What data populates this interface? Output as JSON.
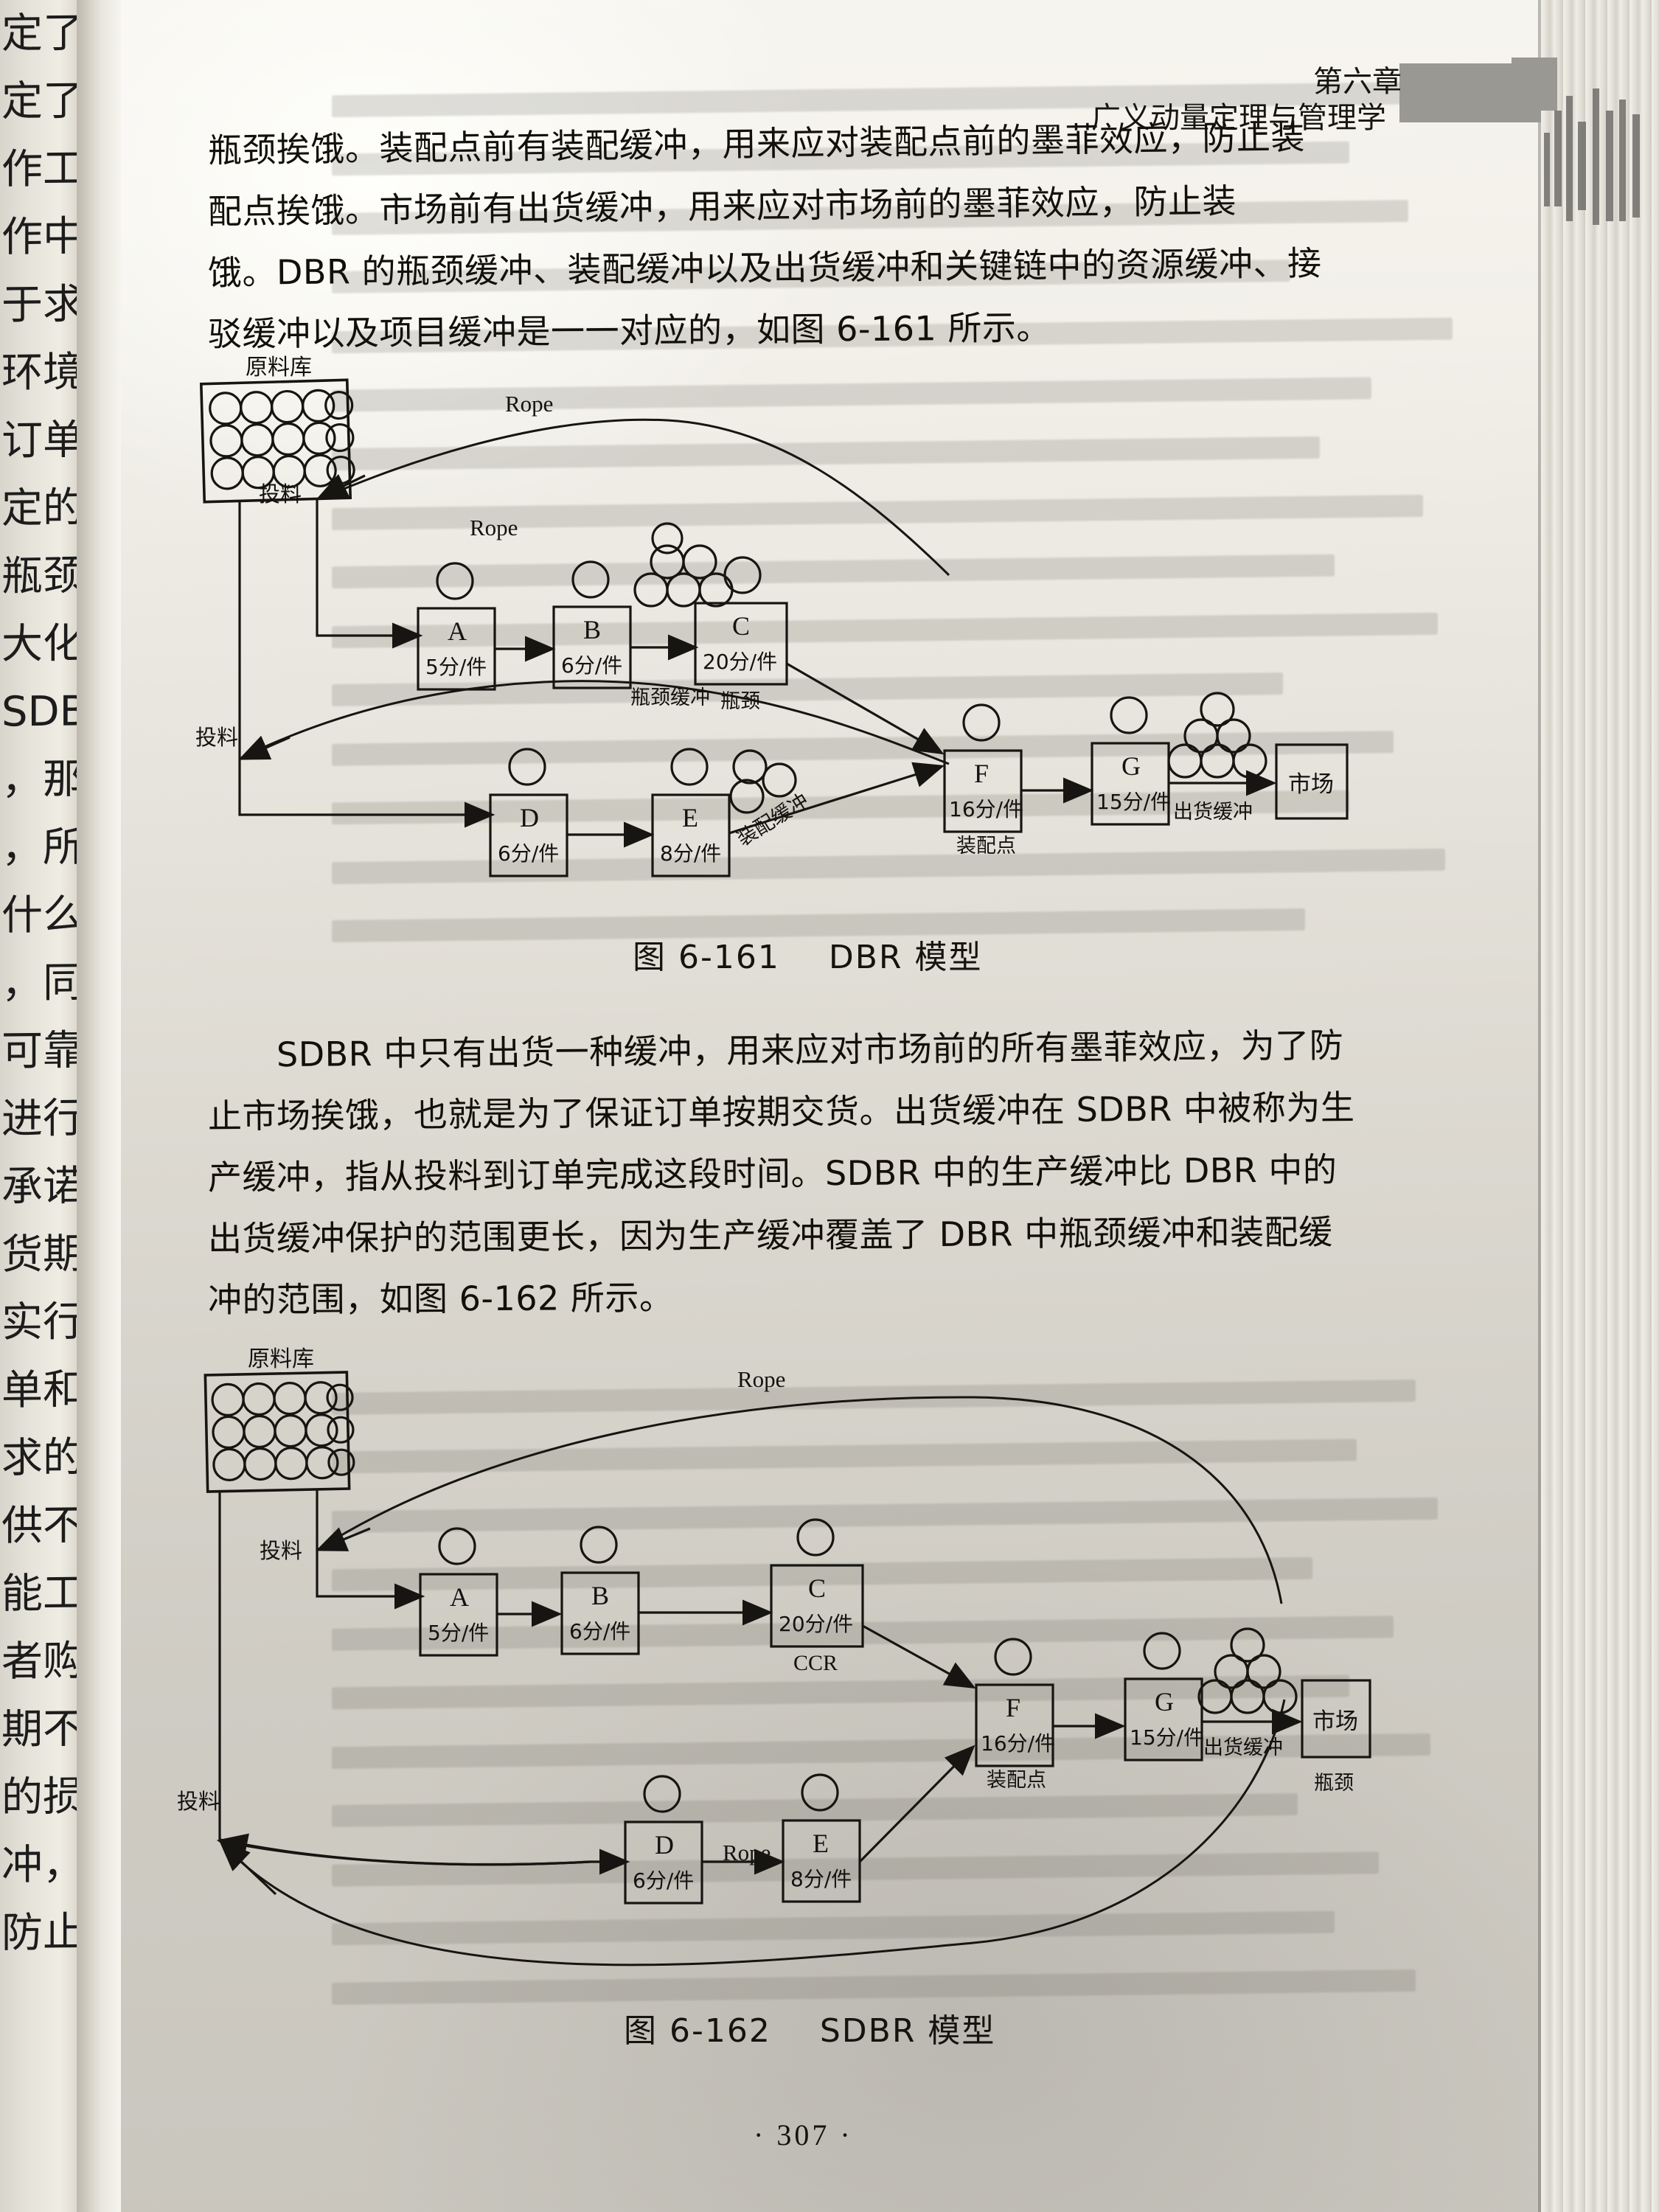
{
  "page": {
    "number_text": "· 307 ·",
    "running_head_line1": "第六章",
    "running_head_line2": "广义动量定理与管理学"
  },
  "spine_previous_page_fragments": [
    "定了工",
    "定了工",
    "作工厂",
    "作中的",
    "于求，",
    "环境",
    "订单",
    "定的。",
    "瓶颈",
    "大化，",
    "SDBR",
    "，那",
    "，所",
    "什么",
    "，同",
    "可靠",
    "进行",
    "承诺",
    "货期",
    "实行",
    "单和",
    "求的",
    "供不",
    "能工",
    "者购",
    "期不",
    "的损",
    "冲，",
    "防止"
  ],
  "paragraphs": [
    {
      "id": "p1",
      "lines": [
        "瓶颈挨饿。装配点前有装配缓冲，用来应对装配点前的墨菲效应，防止装",
        "配点挨饿。市场前有出货缓冲，用来应对市场前的墨菲效应，防止装",
        "饿。DBR 的瓶颈缓冲、装配缓冲以及出货缓冲和关键链中的资源缓冲、接",
        "驳缓冲以及项目缓冲是一一对应的，如图 6-161 所示。"
      ]
    },
    {
      "id": "p2",
      "lines": [
        "　　SDBR 中只有出货一种缓冲，用来应对市场前的所有墨菲效应，为了防",
        "止市场挨饿，也就是为了保证订单按期交货。出货缓冲在 SDBR 中被称为生",
        "产缓冲，指从投料到订单完成这段时间。SDBR 中的生产缓冲比 DBR 中的",
        "出货缓冲保护的范围更长，因为生产缓冲覆盖了 DBR 中瓶颈缓冲和装配缓",
        "冲的范围，如图 6-162 所示。"
      ]
    }
  ],
  "figures": [
    {
      "id": "fig-6-161",
      "caption_number": "图 6-161",
      "caption_title": "DBR 模型",
      "warehouse_label": "原料库",
      "release_labels": [
        "投料",
        "投料"
      ],
      "rope_labels": [
        "Rope",
        "Rope"
      ],
      "nodes": [
        {
          "key": "A",
          "name": "A",
          "rate": "5分/件",
          "sub": ""
        },
        {
          "key": "B",
          "name": "B",
          "rate": "6分/件",
          "sub": ""
        },
        {
          "key": "C",
          "name": "C",
          "rate": "20分/件",
          "sub": "瓶颈"
        },
        {
          "key": "D",
          "name": "D",
          "rate": "6分/件",
          "sub": ""
        },
        {
          "key": "E",
          "name": "E",
          "rate": "8分/件",
          "sub": ""
        },
        {
          "key": "F",
          "name": "F",
          "rate": "16分/件",
          "sub": "装配点"
        },
        {
          "key": "G",
          "name": "G",
          "rate": "15分/件",
          "sub": ""
        }
      ],
      "market_label": "市场",
      "buffers": [
        {
          "key": "bottleneck",
          "label": "瓶颈缓冲",
          "count": 6
        },
        {
          "key": "assembly",
          "label": "装配缓冲",
          "count": 3
        },
        {
          "key": "shipping",
          "label": "出货缓冲",
          "count": 6
        }
      ]
    },
    {
      "id": "fig-6-162",
      "caption_number": "图 6-162",
      "caption_title": "SDBR 模型",
      "warehouse_label": "原料库",
      "release_labels": [
        "投料",
        "投料"
      ],
      "rope_labels": [
        "Rope",
        "Rope"
      ],
      "nodes": [
        {
          "key": "A",
          "name": "A",
          "rate": "5分/件",
          "sub": ""
        },
        {
          "key": "B",
          "name": "B",
          "rate": "6分/件",
          "sub": ""
        },
        {
          "key": "C",
          "name": "C",
          "rate": "20分/件",
          "sub": "CCR"
        },
        {
          "key": "D",
          "name": "D",
          "rate": "6分/件",
          "sub": ""
        },
        {
          "key": "E",
          "name": "E",
          "rate": "8分/件",
          "sub": ""
        },
        {
          "key": "F",
          "name": "F",
          "rate": "16分/件",
          "sub": "装配点"
        },
        {
          "key": "G",
          "name": "G",
          "rate": "15分/件",
          "sub": ""
        }
      ],
      "market_label": "市场",
      "market_sub": "瓶颈",
      "buffers": [
        {
          "key": "shipping",
          "label": "出货缓冲",
          "count": 6
        }
      ]
    }
  ],
  "showthrough_text_hint": "反面透印文字"
}
